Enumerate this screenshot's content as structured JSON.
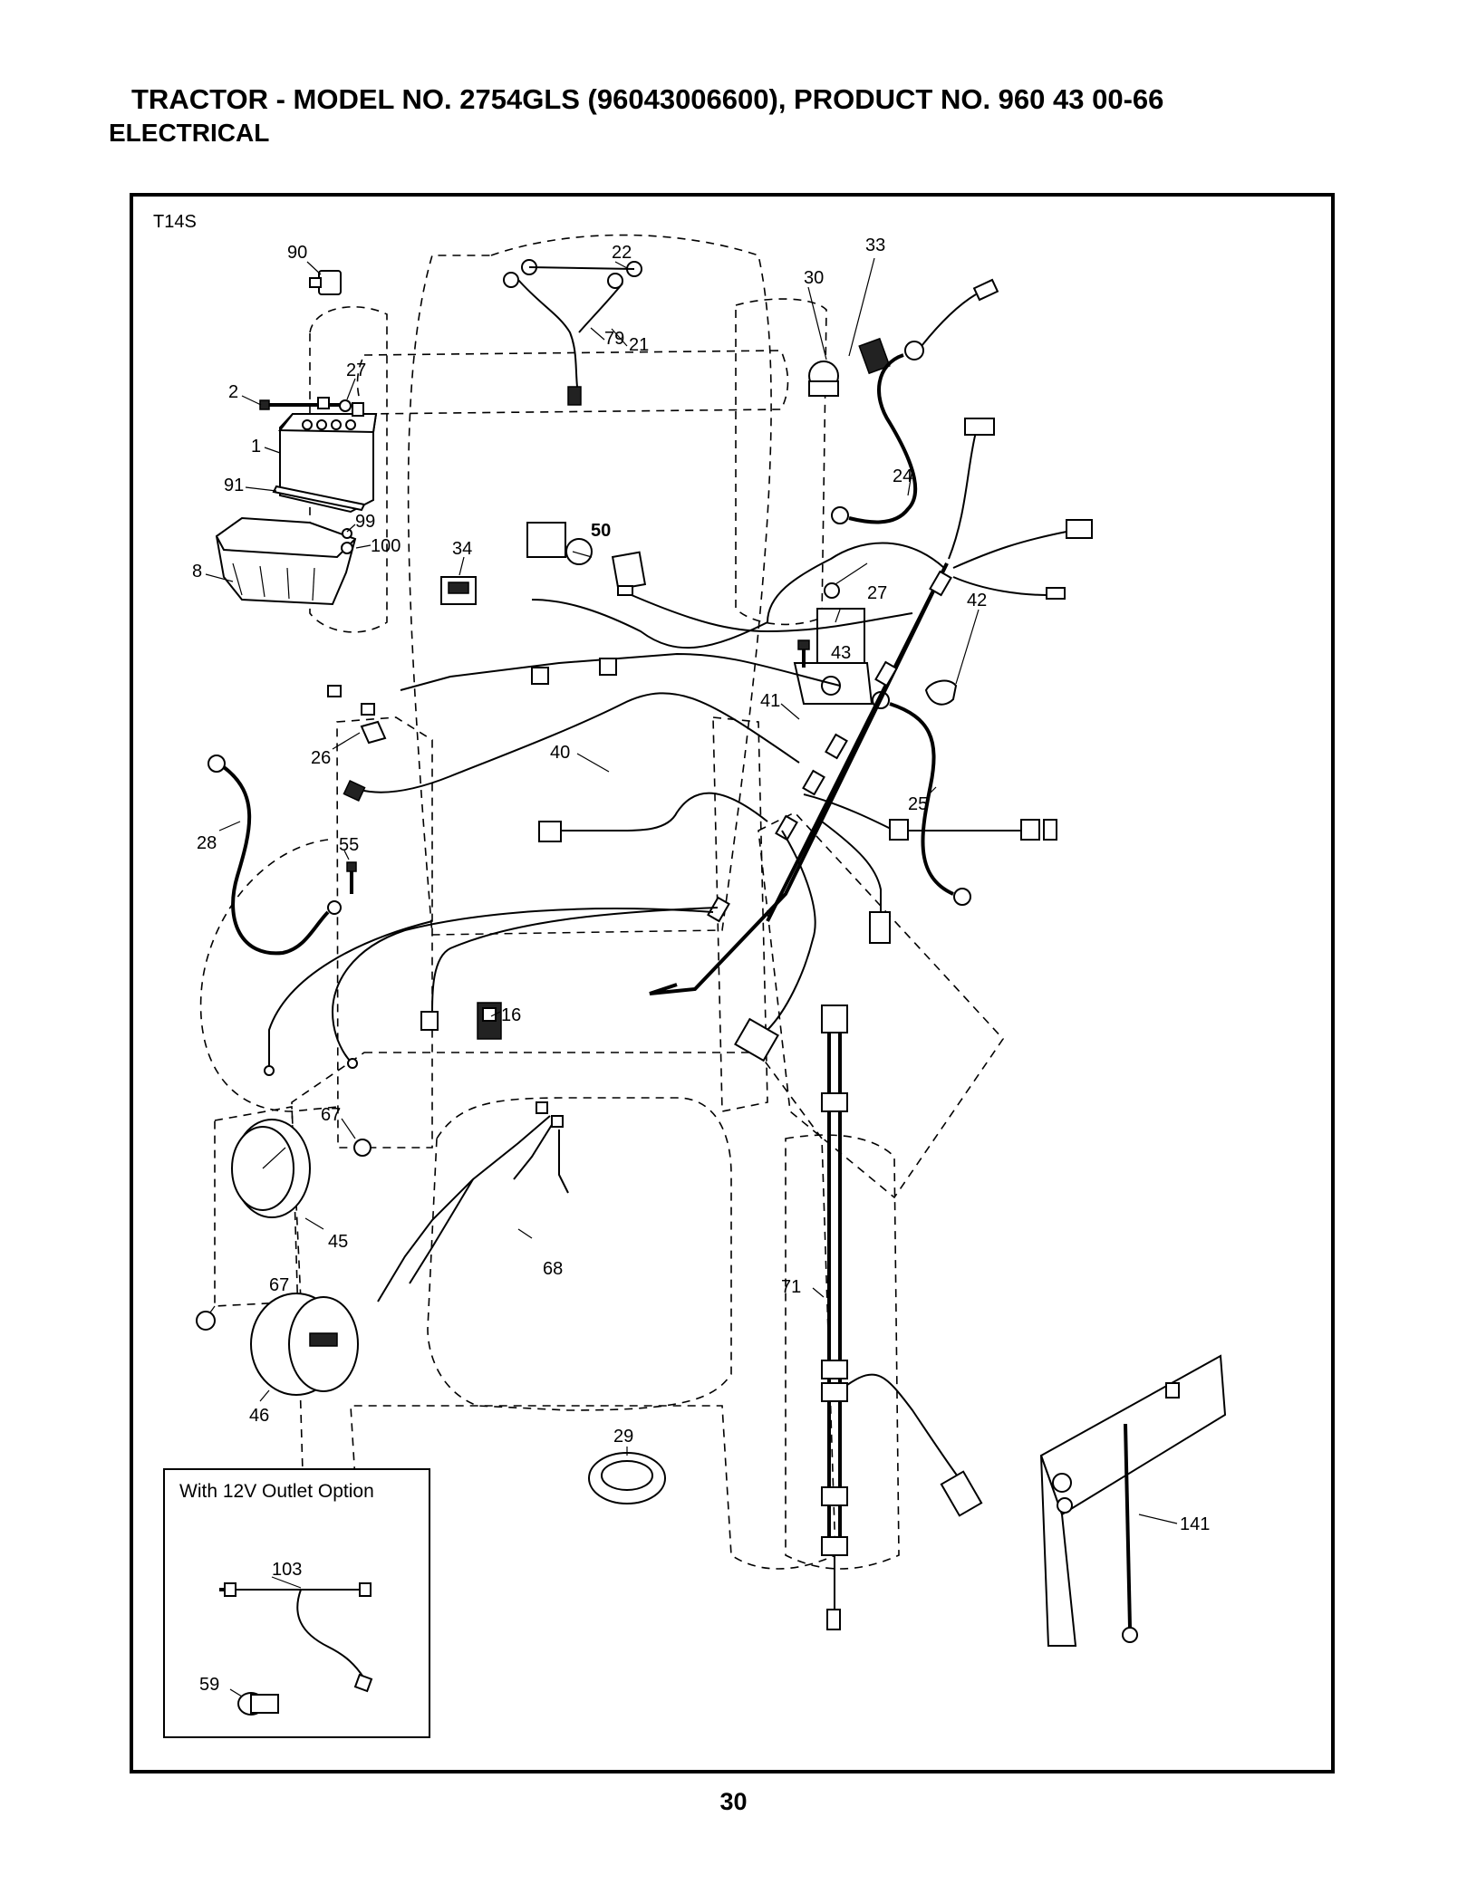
{
  "header": {
    "title": "TRACTOR - MODEL NO. 2754GLS (96043006600), PRODUCT NO. 960 43 00-66",
    "subtitle": "ELECTRICAL"
  },
  "diagram": {
    "code": "T14S",
    "callouts": [
      "90",
      "22",
      "79",
      "21",
      "30",
      "33",
      "27",
      "2",
      "1",
      "91",
      "99",
      "100",
      "8",
      "34",
      "50",
      "24",
      "27",
      "42",
      "43",
      "41",
      "26",
      "40",
      "25",
      "28",
      "55",
      "16",
      "67",
      "45",
      "68",
      "71",
      "67",
      "46",
      "29",
      "141"
    ],
    "inset": {
      "title": "With 12V Outlet Option",
      "callouts": [
        "103",
        "59"
      ]
    }
  },
  "footer": {
    "page_number": "30"
  }
}
